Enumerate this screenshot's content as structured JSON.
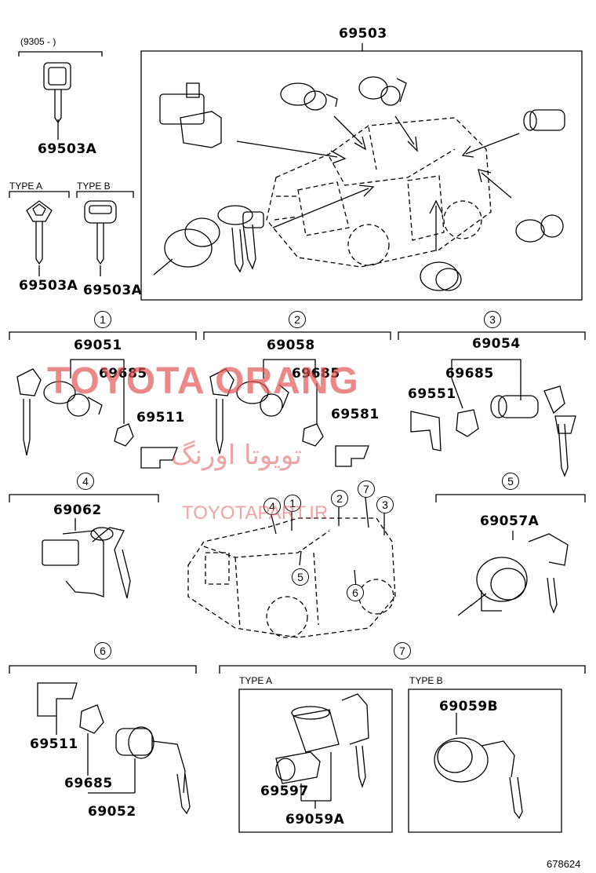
{
  "top": {
    "main_assembly": "69503",
    "date_range": "(9305 -      )",
    "key_top": "69503A",
    "type_a": "TYPE  A",
    "type_b": "TYPE  B",
    "key_type_a": "69503A",
    "key_type_b": "69503A"
  },
  "section1": {
    "num": "1",
    "cylinder_set": "69051",
    "pad": "69685",
    "retainer": "69511"
  },
  "section2": {
    "num": "2",
    "cylinder_set": "69058",
    "pad": "69685",
    "retainer": "69581"
  },
  "section3": {
    "num": "3",
    "cylinder_set": "69054",
    "pad": "69685",
    "retainer": "69551"
  },
  "section4": {
    "num": "4",
    "cylinder_set": "69062"
  },
  "section5": {
    "num": "5",
    "cylinder_set": "69057A"
  },
  "section6": {
    "num": "6",
    "retainer": "69511",
    "pad": "69685",
    "cylinder_set": "69052"
  },
  "section7": {
    "num": "7",
    "type_a": "TYPE  A",
    "type_b": "TYPE  B",
    "cylinder": "69597",
    "cylinder_set_a": "69059A",
    "cylinder_set_b": "69059B"
  },
  "vehicle_callouts": [
    "4",
    "1",
    "2",
    "7",
    "3",
    "5",
    "6"
  ],
  "watermark": {
    "line1": "TOYOTA ORANG",
    "line2": "تویوتا اورنگ",
    "line3": "TOYOTAPART.IR"
  },
  "drawing_code": "678624",
  "colors": {
    "line": "#000000",
    "watermark": "#e35858"
  }
}
